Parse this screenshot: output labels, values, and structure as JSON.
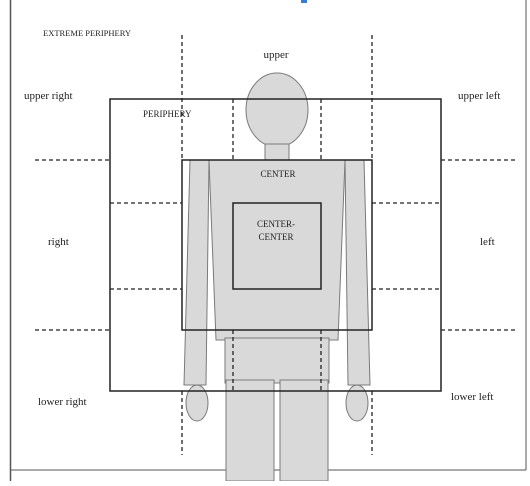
{
  "labels": {
    "extreme_periphery": "EXTREME PERIPHERY",
    "upper": "upper",
    "upper_right": "upper right",
    "upper_left": "upper left",
    "periphery": "PERIPHERY",
    "center": "CENTER",
    "center_center_line1": "CENTER-",
    "center_center_line2": "CENTER",
    "right": "right",
    "left": "left",
    "lower_right": "lower right",
    "lower_left": "lower left"
  },
  "colors": {
    "figure_fill": "#d9d9d9",
    "figure_stroke": "#7a7a7a",
    "zone_stroke": "#222222",
    "frame_stroke": "#555555",
    "marker": "#3a7bd5"
  }
}
